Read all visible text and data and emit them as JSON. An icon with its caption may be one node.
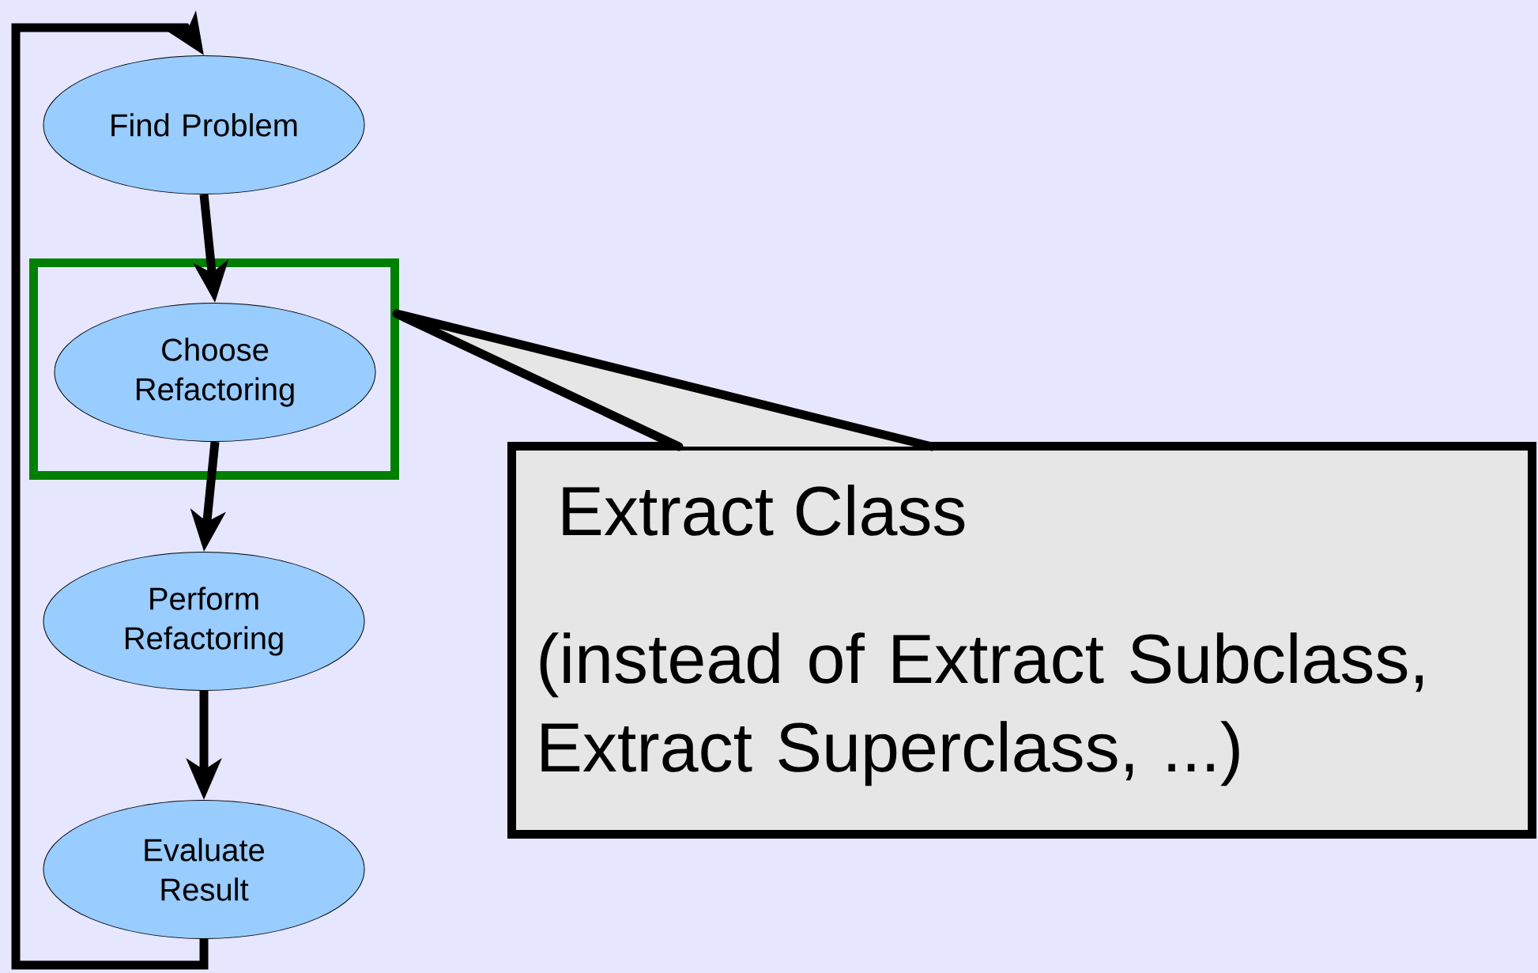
{
  "diagram": {
    "nodes": [
      {
        "text": [
          "Find Problem"
        ]
      },
      {
        "text": [],
        "shape": "box"
      },
      {
        "text": [
          "Choose Refactoring"
        ],
        "in": 1
      },
      {
        "text": [
          "Perform Refactoring"
        ]
      },
      {
        "text": [
          "Evaluate Result"
        ]
      },
      {
        "text": [
          "Extract Class",
          "(instead of Extract Subclass, Extract Superclass, ...)"
        ]
      }
    ],
    "edges": [
      {
        "from": 0,
        "to": 2,
        "arrow": "to"
      },
      {
        "from": 2,
        "to": 3,
        "arrow": "to"
      },
      {
        "from": 3,
        "to": 4,
        "arrow": "to"
      },
      {
        "from": 4,
        "to": 0,
        "arrow": "to"
      },
      {
        "from": 5,
        "to": 1,
        "arrow": "none"
      }
    ]
  }
}
